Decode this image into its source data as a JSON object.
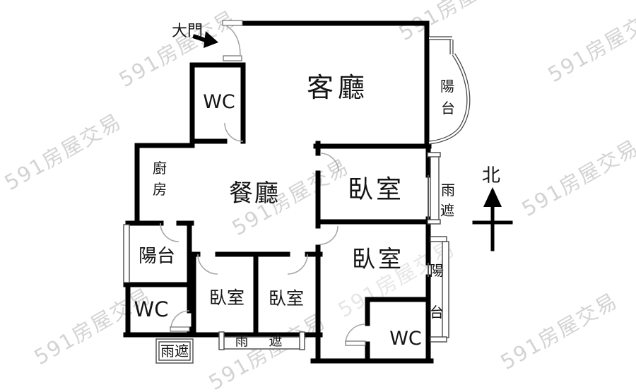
{
  "watermark": "591房屋交易",
  "entrance": {
    "label": "大門"
  },
  "compass": {
    "north": "北"
  },
  "labels": {
    "living": "客廳",
    "dining": "餐廳",
    "bedroom": "臥室",
    "wc": "WC",
    "balcony": "陽台",
    "kitchen": "廚房",
    "rain_cover": "雨遮",
    "kitchen_char_1": "廚",
    "kitchen_char_2": "房",
    "balcony_char_1": "陽",
    "balcony_char_2": "台",
    "rain_char_1": "雨",
    "rain_char_2": "遮"
  },
  "rooms": [
    {
      "name": "living-room",
      "label": "客廳"
    },
    {
      "name": "dining-room",
      "label": "餐廳"
    },
    {
      "name": "kitchen",
      "label": "廚房"
    },
    {
      "name": "bedroom-upper-right",
      "label": "臥室"
    },
    {
      "name": "bedroom-master",
      "label": "臥室"
    },
    {
      "name": "bedroom-small-left",
      "label": "臥室"
    },
    {
      "name": "bedroom-small-right",
      "label": "臥室"
    },
    {
      "name": "toilet-entry",
      "label": "WC"
    },
    {
      "name": "toilet-lower-left",
      "label": "WC"
    },
    {
      "name": "toilet-master",
      "label": "WC"
    },
    {
      "name": "balcony-upper-right",
      "label": "陽台"
    },
    {
      "name": "balcony-left",
      "label": "陽台"
    },
    {
      "name": "balcony-lower-right",
      "label": "陽台"
    },
    {
      "name": "rain-cover-left",
      "label": "雨遮"
    },
    {
      "name": "rain-cover-center",
      "label": "雨遮"
    },
    {
      "name": "rain-cover-right",
      "label": "雨遮"
    }
  ]
}
